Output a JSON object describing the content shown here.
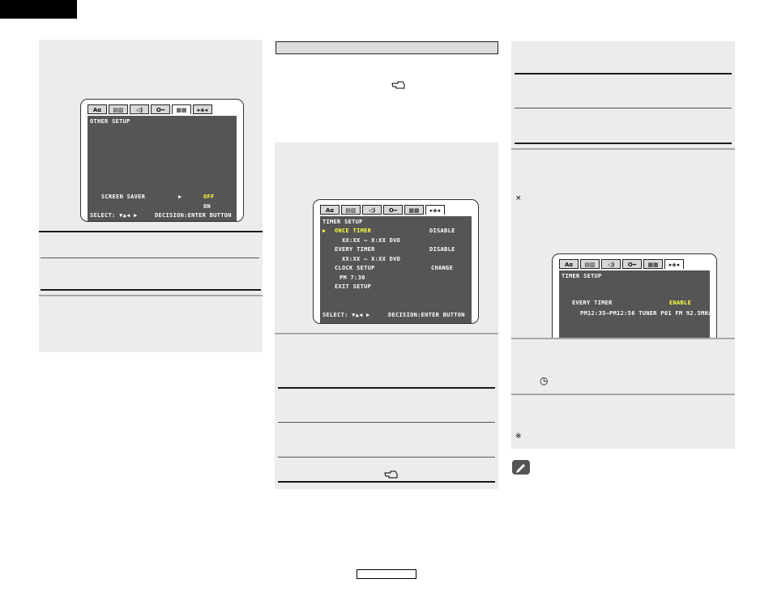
{
  "left_screen": {
    "tabs": [
      "Aα",
      "▤▥",
      "◁)",
      "O━",
      "▦▦",
      "▸◈◂"
    ],
    "title": "OTHER SETUP",
    "screen_saver_label": "SCREEN SAVER",
    "arrow": "▶",
    "value_off": "OFF",
    "value_on": "ON",
    "footer_select": "SELECT: ▼▲◀ ▶",
    "footer_decision": "DECISION:ENTER BUTTON"
  },
  "middle_screen": {
    "tabs": [
      "Aα",
      "▤▥",
      "◁)",
      "O━",
      "▦▦",
      "▸◈◂"
    ],
    "title": "TIMER SETUP",
    "arrow": "▶",
    "once_timer": "ONCE TIMER",
    "once_status": "DISABLE",
    "once_time": "XX:XX —   X:XX DVD",
    "every_timer": "EVERY TIMER",
    "every_status": "DISABLE",
    "every_time": "XX:XX —   X:XX DVD",
    "clock_setup": "CLOCK SETUP",
    "clock_action": "CHANGE",
    "clock_time": "PM 7:30",
    "exit_setup": "EXIT SETUP",
    "footer_select": "SELECT: ▼▲◀ ▶",
    "footer_decision": "DECISION:ENTER BUTTON"
  },
  "right_screen": {
    "tabs": [
      "Aα",
      "▤▥",
      "◁)",
      "O━",
      "▦▦",
      "▸◈◂"
    ],
    "title": "TIMER SETUP",
    "every_timer": "EVERY TIMER",
    "status": "ENABLE",
    "schedule": "PM12:35—PM12:56 TUNER P01 FM  92.5MHz"
  },
  "marks": {
    "cross_1": "×",
    "clock_symbol": "◷",
    "cross_2": "※"
  }
}
